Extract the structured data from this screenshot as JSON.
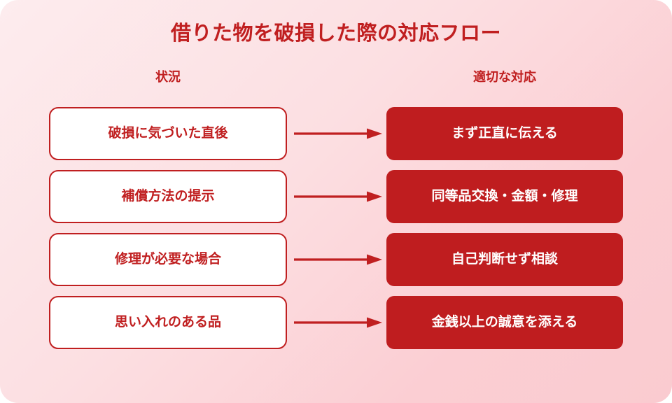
{
  "title": "借りた物を破損した際の対応フロー",
  "columns": {
    "left_header": "状況",
    "right_header": "適切な対応"
  },
  "rows": [
    {
      "situation": "破損に気づいた直後",
      "response": "まず正直に伝える",
      "connector": "arrow-right-icon"
    },
    {
      "situation": "補償方法の提示",
      "response": "同等品交換・金額・修理",
      "connector": "arrow-right-icon"
    },
    {
      "situation": "修理が必要な場合",
      "response": "自己判断せず相談",
      "connector": "arrow-right-icon"
    },
    {
      "situation": "思い入れのある品",
      "response": "金銭以上の誠意を添える",
      "connector": "arrow-right-icon"
    }
  ],
  "colors": {
    "brand_red": "#c01f20",
    "box_fill_red": "#bf1d1f",
    "box_fill_white": "#ffffff",
    "background_light_pink": "#fdecee",
    "background_deep_pink": "#facbd0",
    "text_on_red": "#ffffff"
  }
}
